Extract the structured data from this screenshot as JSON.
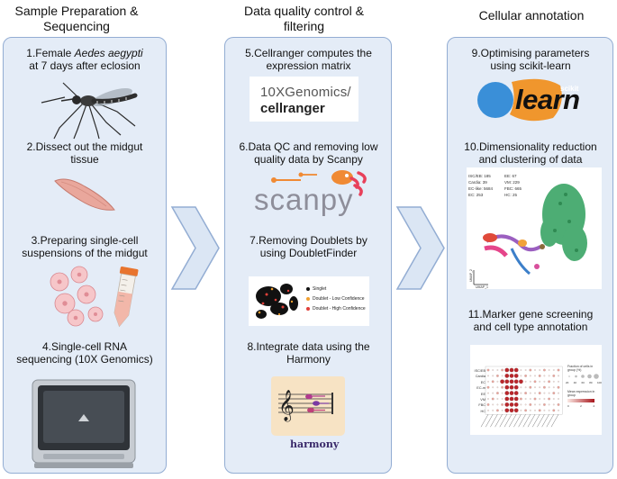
{
  "columns": [
    {
      "title_line1": "Sample Preparation &",
      "title_line2": "Sequencing"
    },
    {
      "title_line1": "Data quality control &",
      "title_line2": "filtering"
    },
    {
      "title_line1": "Cellular annotation",
      "title_line2": ""
    }
  ],
  "steps": {
    "s1": {
      "pre": "1.Female ",
      "italic": "Aedes aegypti",
      "line2": "at 7 days after eclosion"
    },
    "s2": {
      "line1": "2.Dissect out the midgut",
      "line2": "tissue"
    },
    "s3": {
      "line1": "3.Preparing single-cell",
      "line2": "suspensions of the midgut"
    },
    "s4": {
      "line1": "4.Single-cell RNA",
      "line2": "sequencing (10X Genomics)"
    },
    "s5": {
      "line1": "5.Cellranger computes the",
      "line2": "expression matrix"
    },
    "s6": {
      "line1": "6.Data QC and removing low",
      "line2": "quality data by Scanpy"
    },
    "s7": {
      "line1": "7.Removing Doublets by",
      "line2": "using DoubletFinder"
    },
    "s8": {
      "line1": "8.Integrate data using the",
      "line2": "Harmony"
    },
    "s9": {
      "line1": "9.Optimising parameters",
      "line2": "using scikit-learn"
    },
    "s10": {
      "line1": "10.Dimensionality reduction",
      "line2": "and clustering of data"
    },
    "s11": {
      "line1": "11.Marker gene screening",
      "line2": "and cell type annotation"
    }
  },
  "logos": {
    "cellranger_line1": "10XGenomics/",
    "cellranger_line2": "cellranger",
    "scanpy": "scanpy",
    "harmony": "harmony",
    "sklearn_small": "scikit",
    "sklearn_big": "learn"
  },
  "doublet_legend": [
    "Singlet",
    "Doublet - Low Confidence",
    "Doublet - High Confidence"
  ],
  "umap_legend": [
    "ISC/EB: 185",
    "EE: 67",
    "Cardia: 39",
    "VM: 229",
    "EC-like: 5684",
    "FBC: 665",
    "EC: 253",
    "HC: 25"
  ],
  "umap_axes": {
    "x": "UMAP_1",
    "y": "UMAP_2"
  },
  "dotplot": {
    "rows": [
      "ISC/EB",
      "Cardia",
      "EC",
      "EC-m",
      "EE",
      "VM",
      "FBC",
      "HC"
    ],
    "size_legend_title": "Fraction of cells in group (%)",
    "size_legend_ticks": [
      "20",
      "40",
      "60",
      "80",
      "100"
    ],
    "color_legend_title": "Mean expression in group",
    "color_legend_ticks": [
      "0",
      "2",
      "4"
    ]
  },
  "colors": {
    "panel_bg": "#e4ecf7",
    "panel_border": "#93add3",
    "chevron": "#dbe6f4",
    "scanpy_orange": "#f08a34",
    "scanpy_pink": "#e8405a",
    "sklearn_orange": "#f0962d",
    "sklearn_blue": "#3a8fd8"
  }
}
